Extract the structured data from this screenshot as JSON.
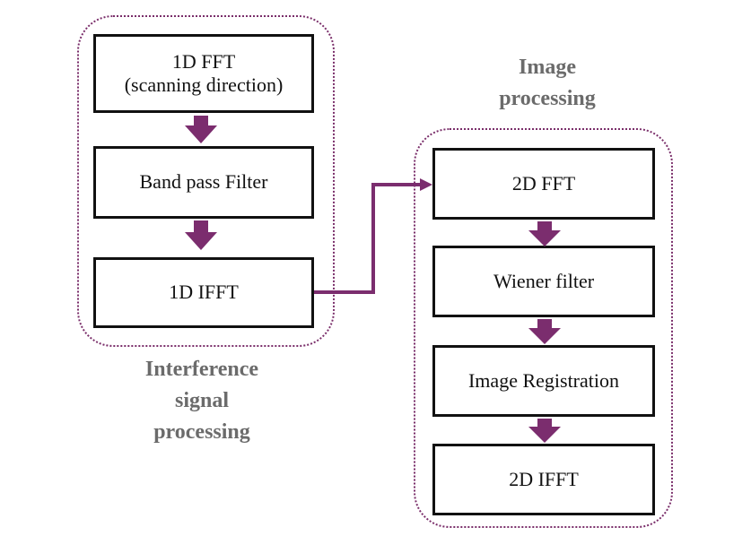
{
  "groups": {
    "left": {
      "label_lines": [
        "Interference",
        "signal",
        "processing"
      ],
      "steps": [
        {
          "line1": "1D FFT",
          "line2": "(scanning direction)"
        },
        {
          "line1": "Band pass Filter"
        },
        {
          "line1": "1D IFFT"
        }
      ]
    },
    "right": {
      "label_lines": [
        "Image",
        "processing"
      ],
      "steps": [
        {
          "line1": "2D FFT"
        },
        {
          "line1": "Wiener filter"
        },
        {
          "line1": "Image Registration"
        },
        {
          "line1": "2D IFFT"
        }
      ]
    }
  },
  "colors": {
    "accent": "#7b2d6e",
    "group_border": "#7a2e6a",
    "label": "#6b6b6b",
    "box_border": "#111111"
  }
}
